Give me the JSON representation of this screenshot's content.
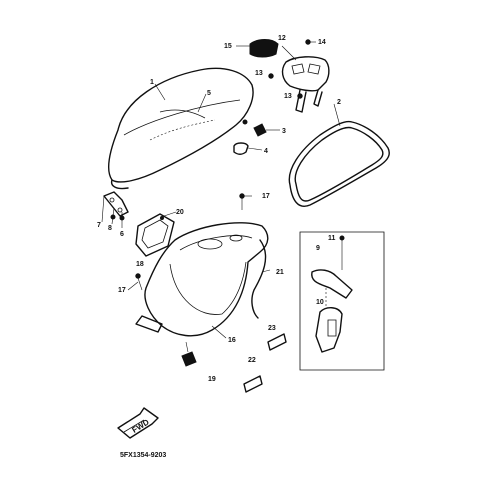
{
  "diagram": {
    "drawing_code": "5FX1354-9203",
    "direction_label": "FWD",
    "callouts": {
      "c1": "1",
      "c2": "2",
      "c3": "3",
      "c4": "4",
      "c5": "5",
      "c6": "6",
      "c7": "7",
      "c8": "8",
      "c9": "9",
      "c10": "10",
      "c11": "11",
      "c12": "12",
      "c13a": "13",
      "c13b": "13",
      "c14": "14",
      "c15": "15",
      "c16": "16",
      "c17a": "17",
      "c17b": "17",
      "c18": "18",
      "c19": "19",
      "c20": "20",
      "c21": "21",
      "c22": "22",
      "c23": "23"
    }
  }
}
